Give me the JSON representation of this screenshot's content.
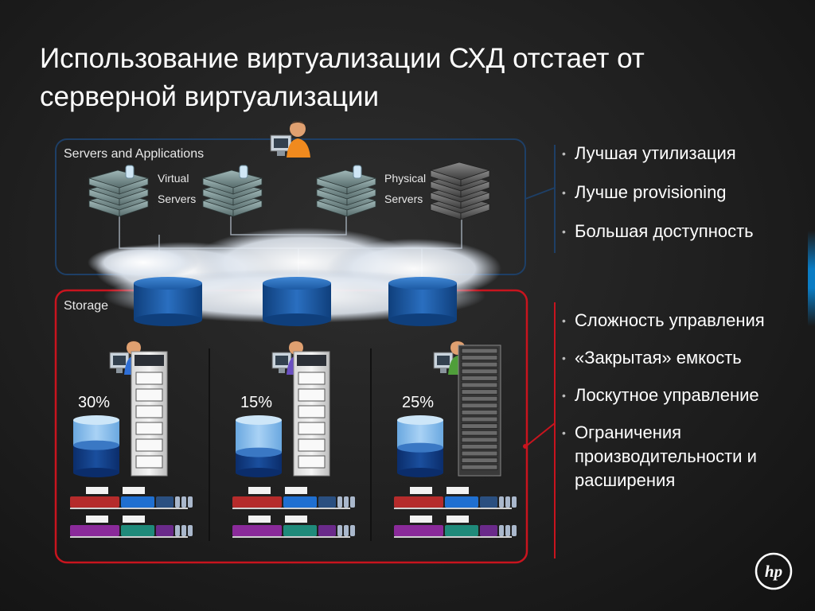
{
  "slide": {
    "title_line1": "Использование виртуализации СХД отстает от",
    "title_line2": "серверной виртуализации"
  },
  "servers_box": {
    "label": "Servers and Applications",
    "virtual_label_line1": "Virtual",
    "virtual_label_line2": "Servers",
    "physical_label_line1": "Physical",
    "physical_label_line2": "Servers"
  },
  "storage_box": {
    "label": "Storage",
    "arrays": [
      {
        "utilization": "30%",
        "fill_fraction": 0.3
      },
      {
        "utilization": "15%",
        "fill_fraction": 0.15
      },
      {
        "utilization": "25%",
        "fill_fraction": 0.25
      }
    ]
  },
  "benefits": [
    "Лучшая утилизация",
    "Лучше provisioning",
    "Большая доступность"
  ],
  "problems": [
    "Сложность управления",
    "«Закрытая» емкость",
    "Лоскутное управление",
    "Ограничения производительности и расширения"
  ],
  "colors": {
    "servers_box_border": "#1e3f66",
    "storage_box_border": "#c8141e",
    "cylinder_blue": "#1a5da8",
    "accent_blue": "#0a7cc4"
  },
  "icons": {
    "person": "person-at-computer-icon",
    "server": "server-stack-icon",
    "cloud": "network-cloud",
    "logo": "hp-logo"
  }
}
